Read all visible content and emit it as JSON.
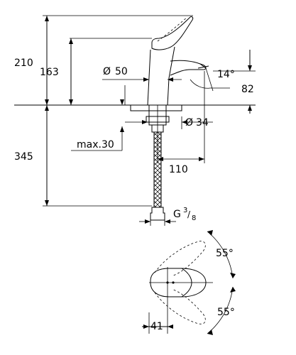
{
  "dimensions": {
    "total_height": "210",
    "spout_height": "163",
    "body_diameter_symbol": "Ø",
    "body_diameter": "50",
    "spout_angle": "14°",
    "outlet_height": "82",
    "hole_diameter_symbol": "Ø",
    "hole_diameter": "34",
    "max_thickness": "max.30",
    "spout_reach": "110",
    "hose_length": "345",
    "thread_prefix": "G",
    "thread_num": "3",
    "thread_den": "8",
    "lever_angle_back": "55°",
    "lever_angle_front": "55°",
    "lever_offset": "41"
  }
}
